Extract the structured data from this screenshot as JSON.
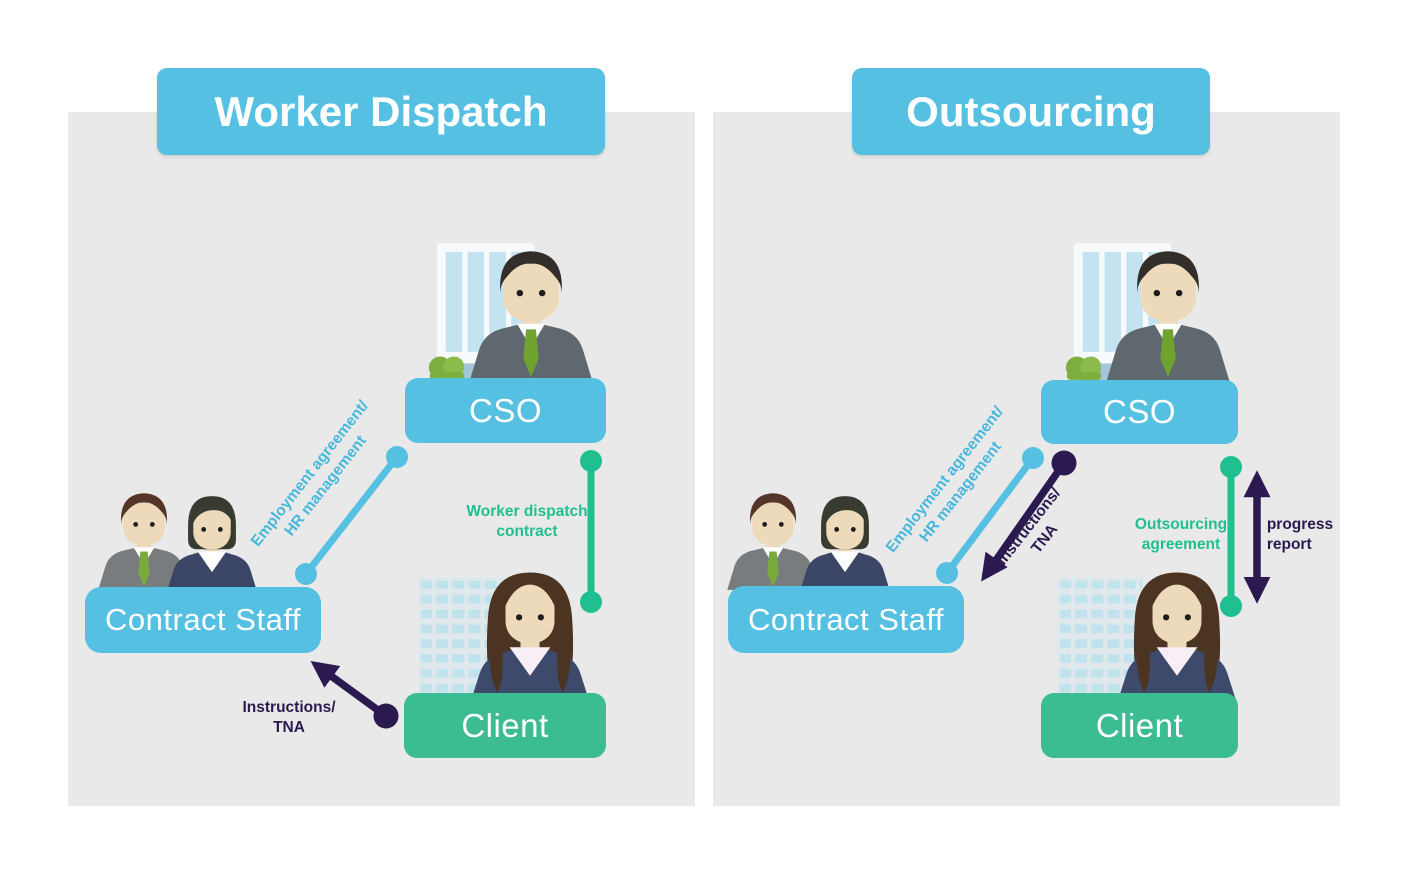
{
  "colors": {
    "cyan": "#55c0e1",
    "cyan_text": "#47b8dc",
    "green": "#3cbc92",
    "green_line": "#1fbf8f",
    "purple": "#2b1a4f",
    "panel_bg": "#e9e9e9",
    "canvas_bg": "#ffffff",
    "box_text": "#ffffff"
  },
  "left_panel": {
    "title": "Worker Dispatch",
    "cso_label": "CSO",
    "contract_staff_label": "Contract Staff",
    "client_label": "Client",
    "employment_label": "Employment agreement/\nHR management",
    "dispatch_contract_label": "Worker dispatch\ncontract",
    "instructions_label": "Instructions/\nTNA"
  },
  "right_panel": {
    "title": "Outsourcing",
    "cso_label": "CSO",
    "contract_staff_label": "Contract Staff",
    "client_label": "Client",
    "employment_label": "Employment agreement/\nHR management",
    "instructions_label": "Instructions/\nTNA",
    "outsourcing_label": "Outsourcing\nagreement",
    "progress_label": "progress\nreport"
  },
  "icons": {
    "cso_person": "businessman-icon",
    "contract_staff_man": "male-worker-icon",
    "contract_staff_woman": "female-worker-icon",
    "client_person": "businesswoman-icon",
    "cso_building": "office-tower-icon",
    "client_building": "office-building-icon",
    "bush": "bush-icon"
  }
}
